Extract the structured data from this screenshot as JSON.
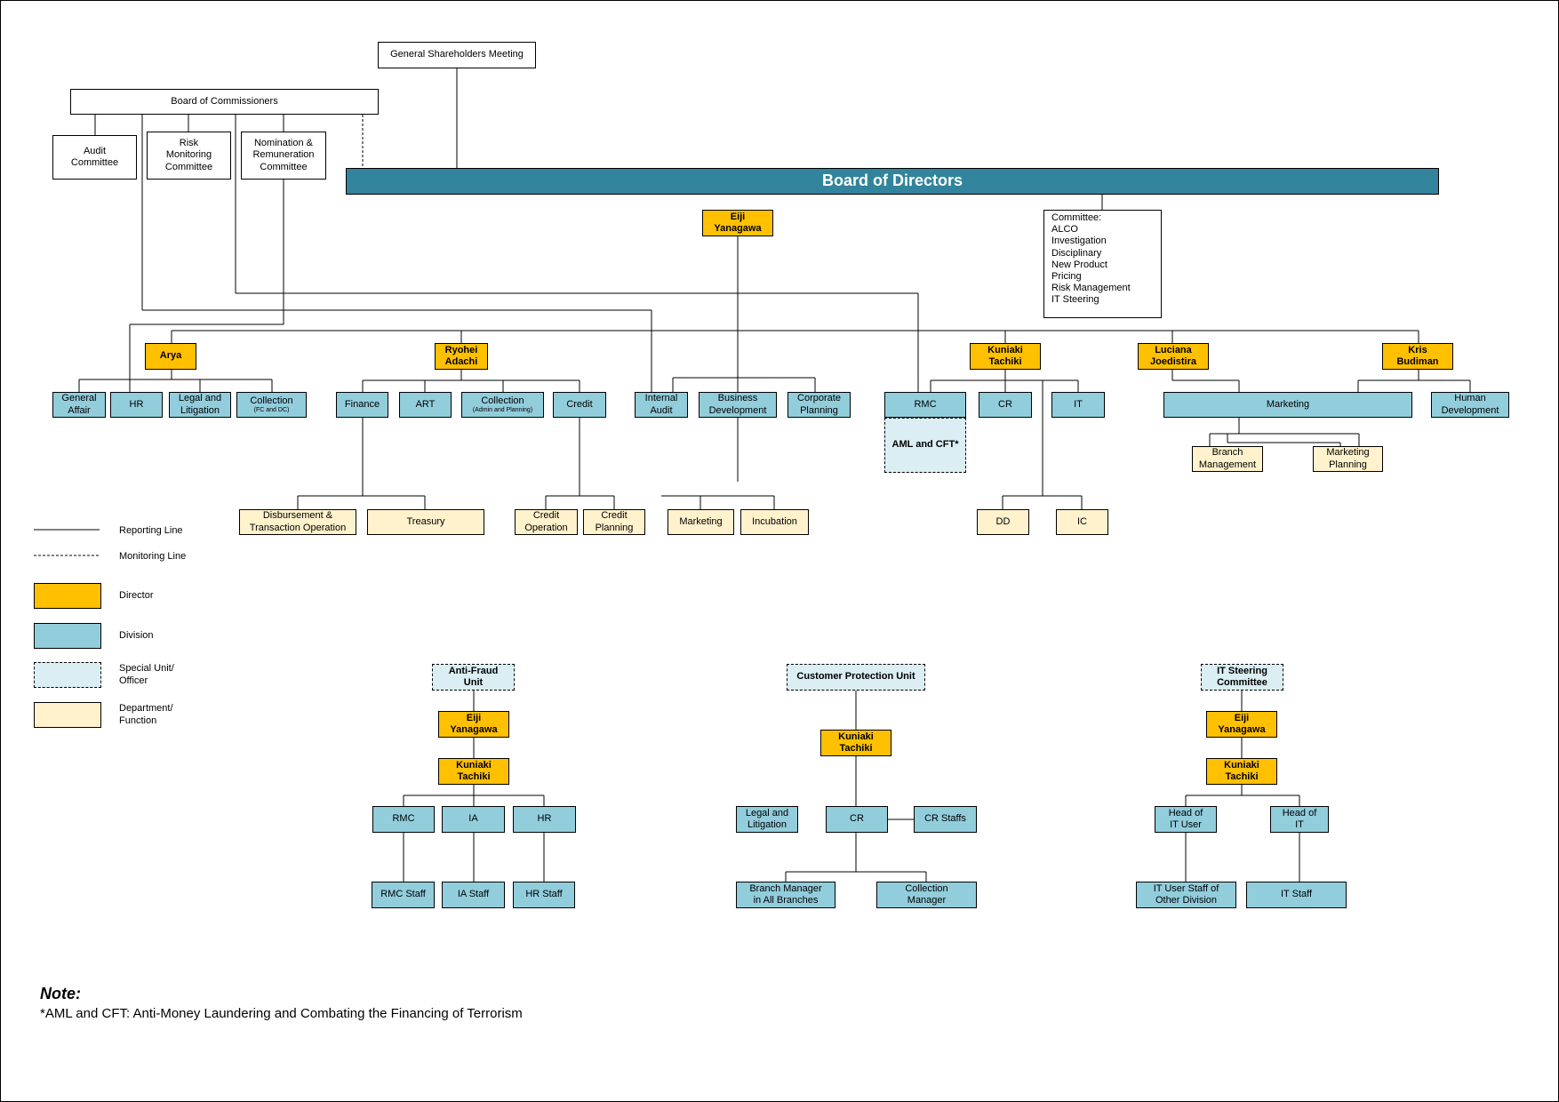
{
  "top": {
    "gsm": "General Shareholders Meeting",
    "boc": "Board of Commissioners",
    "audit_committee": "Audit\nCommittee",
    "risk_committee": "Risk\nMonitoring\nCommittee",
    "nomination_committee": "Nomination &\nRemuneration\nCommittee",
    "bod": "Board of Directors",
    "committee_list": "Committee:\nALCO\nInvestigation\nDisciplinary\nNew Product\nPricing\nRisk Management\nIT Steering"
  },
  "directors": {
    "ceo": "Eiji\nYanagawa",
    "arya": "Arya",
    "ryohei": "Ryohei\nAdachi",
    "kuniaki": "Kuniaki\nTachiki",
    "luciana": "Luciana\nJoedistira",
    "kris": "Kris\nBudiman"
  },
  "divisions": {
    "general_affair": "General\nAffair",
    "hr": "HR",
    "legal": "Legal and\nLitigation",
    "collection_a": "Collection",
    "collection_a_sub": "(FC and DC)",
    "finance": "Finance",
    "art": "ART",
    "collection_b": "Collection",
    "collection_b_sub": "(Admin and Planning)",
    "credit": "Credit",
    "internal_audit": "Internal\nAudit",
    "business_dev": "Business\nDevelopment",
    "corporate_planning": "Corporate\nPlanning",
    "rmc": "RMC",
    "aml": "AML and CFT*",
    "cr": "CR",
    "it": "IT",
    "marketing": "Marketing",
    "human_dev": "Human\nDevelopment"
  },
  "departments": {
    "disbursement": "Disbursement &\nTransaction Operation",
    "treasury": "Treasury",
    "credit_operation": "Credit\nOperation",
    "credit_planning": "Credit\nPlanning",
    "marketing_dept": "Marketing",
    "incubation": "Incubation",
    "dd": "DD",
    "ic": "IC",
    "branch_management": "Branch\nManagement",
    "marketing_planning": "Marketing\nPlanning"
  },
  "legend": {
    "reporting": "Reporting Line",
    "monitoring": "Monitoring Line",
    "director": "Director",
    "division": "Division",
    "special": "Special Unit/\nOfficer",
    "department": "Department/\nFunction"
  },
  "antifraud": {
    "unit": "Anti-Fraud\nUnit",
    "d1": "Eiji\nYanagawa",
    "d2": "Kuniaki\nTachiki",
    "rmc": "RMC",
    "ia": "IA",
    "hr": "HR",
    "rmc_staff": "RMC Staff",
    "ia_staff": "IA Staff",
    "hr_staff": "HR Staff"
  },
  "customer_protection": {
    "unit": "Customer Protection Unit",
    "d1": "Kuniaki\nTachiki",
    "legal": "Legal and\nLitigation",
    "cr": "CR",
    "cr_staffs": "CR Staffs",
    "branch_manager": "Branch Manager\nin All Branches",
    "collection_manager": "Collection\nManager"
  },
  "it_steering": {
    "unit": "IT Steering\nCommittee",
    "d1": "Eiji\nYanagawa",
    "d2": "Kuniaki\nTachiki",
    "head_user": "Head of\nIT User",
    "head_it": "Head of\nIT",
    "user_staff": "IT User Staff of\nOther Division",
    "it_staff": "IT Staff"
  },
  "note": {
    "title": "Note:",
    "text": "*AML and CFT: Anti-Money Laundering and Combating the Financing of Terrorism"
  }
}
